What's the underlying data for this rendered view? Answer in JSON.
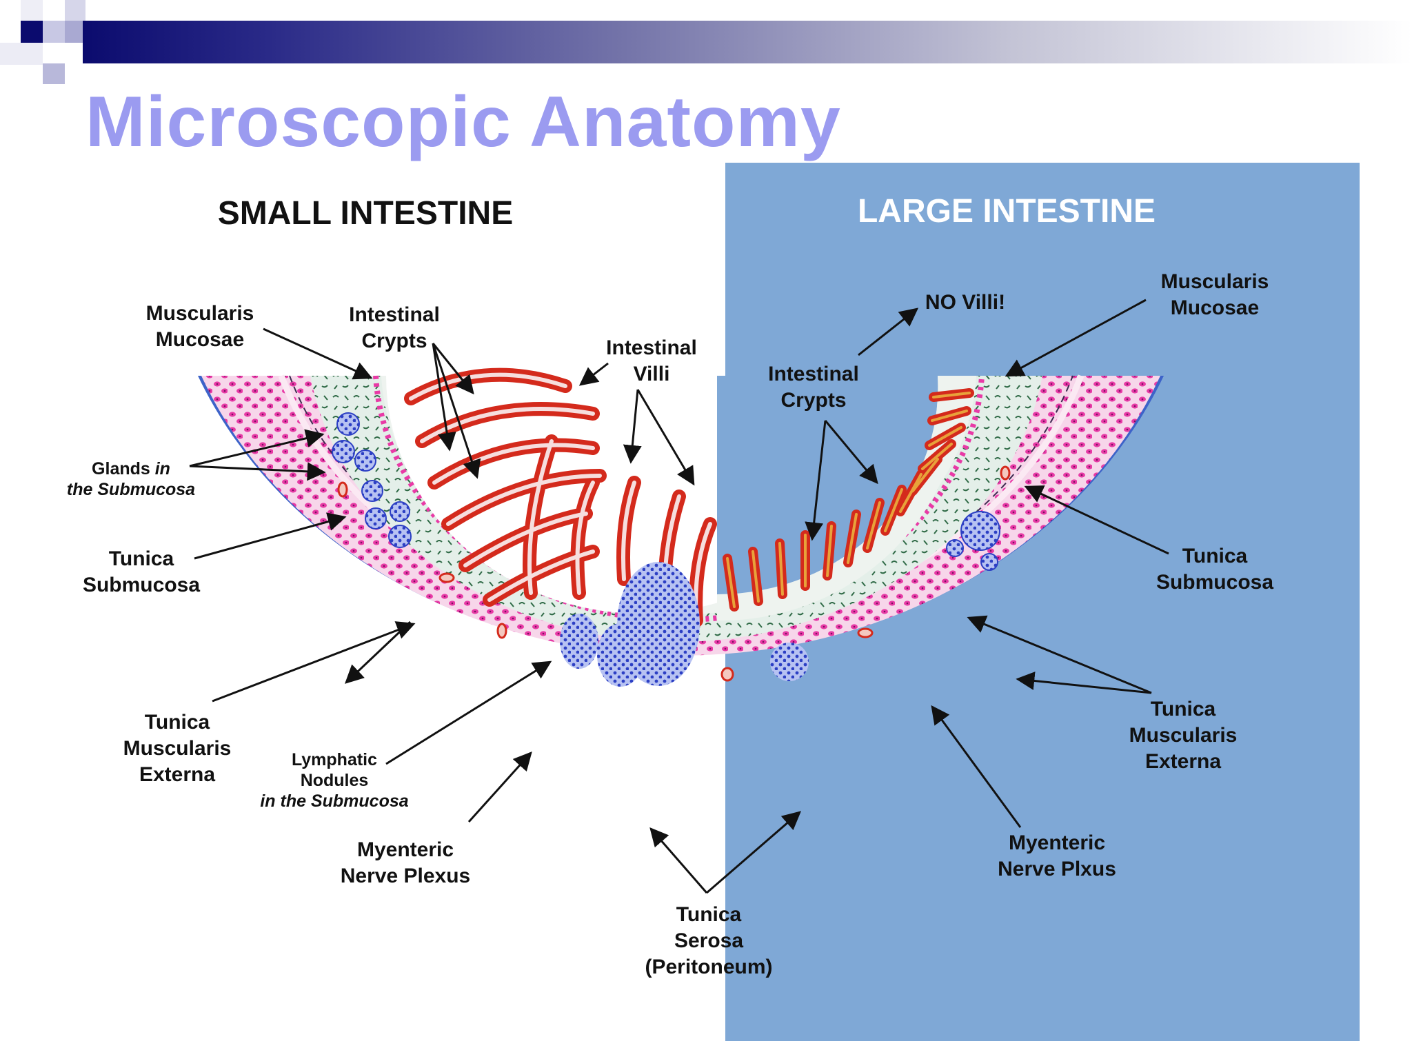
{
  "slide": {
    "title": "Microscopic Anatomy",
    "colors": {
      "title": "#9b9bf0",
      "header_dark": "#0b0b6e",
      "right_panel": "#7fa8d6",
      "muscle_pink": "#e83aa6",
      "submucosa": "#e4efe9",
      "mucosa_red": "#d42a1c",
      "gland_blue": "#3a4fd4"
    }
  },
  "diagram": {
    "small_heading": "SMALL INTESTINE",
    "large_heading": "LARGE INTESTINE",
    "labels": {
      "si_muscularis_mucosae": [
        "Muscularis",
        "Mucosae"
      ],
      "si_intestinal_crypts": [
        "Intestinal",
        "Crypts"
      ],
      "si_intestinal_villi": [
        "Intestinal",
        "Villi"
      ],
      "si_glands": {
        "line1_a": "Glands ",
        "line1_b": "in",
        "line2": "the Submucosa"
      },
      "si_tunica_submucosa": [
        "Tunica",
        "Submucosa"
      ],
      "si_tunica_muscularis_externa": [
        "Tunica",
        "Muscularis",
        "Externa"
      ],
      "si_lymphatic_nodules": [
        "Lymphatic",
        "Nodules",
        "in the Submucosa"
      ],
      "si_myenteric_nerve_plexus": [
        "Myenteric",
        "Nerve Plexus"
      ],
      "tunica_serosa": [
        "Tunica",
        "Serosa",
        "(Peritoneum)"
      ],
      "li_no_villi": "NO Villi!",
      "li_muscularis_mucosae": [
        "Muscularis",
        "Mucosae"
      ],
      "li_intestinal_crypts": [
        "Intestinal",
        "Crypts"
      ],
      "li_tunica_submucosa": [
        "Tunica",
        "Submucosa"
      ],
      "li_tunica_muscularis_externa": [
        "Tunica",
        "Muscularis",
        "Externa"
      ],
      "li_myenteric_nerve_plexus": [
        "Myenteric",
        "Nerve Plxus"
      ]
    }
  }
}
